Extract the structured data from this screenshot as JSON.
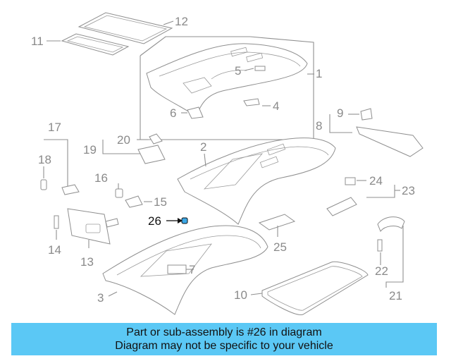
{
  "diagram": {
    "highlighted_part": "26",
    "highlight_color": "#3aa7e6",
    "callouts": {
      "c1": "1",
      "c2": "2",
      "c3": "3",
      "c4": "4",
      "c5": "5",
      "c6": "6",
      "c7": "7",
      "c8": "8",
      "c9": "9",
      "c10": "10",
      "c11": "11",
      "c12": "12",
      "c13": "13",
      "c14": "14",
      "c15": "15",
      "c16": "16",
      "c17": "17",
      "c18": "18",
      "c19": "19",
      "c20": "20",
      "c21": "21",
      "c22": "22",
      "c23": "23",
      "c24": "24",
      "c25": "25",
      "c26": "26"
    }
  },
  "banner": {
    "color": "#5bc8f5",
    "line1": "Part or sub-assembly is #26 in diagram",
    "line2": "Diagram may not be specific to your vehicle"
  }
}
